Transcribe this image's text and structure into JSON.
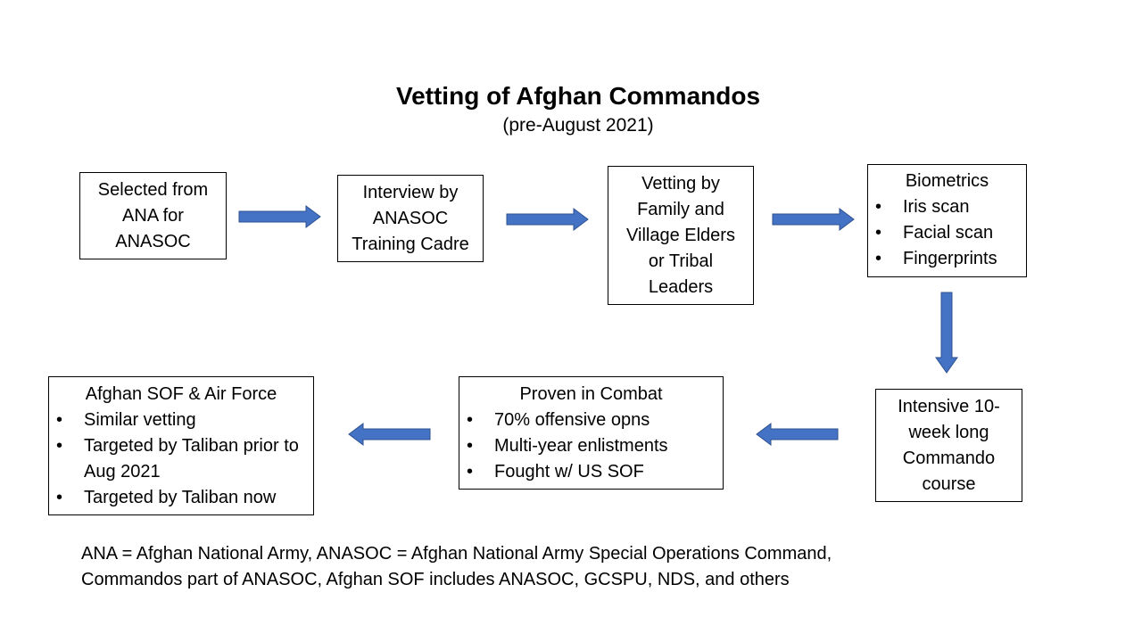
{
  "title": "Vetting of Afghan Commandos",
  "subtitle": "(pre-August 2021)",
  "boxes": {
    "selected": {
      "lines": [
        "Selected from",
        "ANA for",
        "ANASOC"
      ]
    },
    "interview": {
      "lines": [
        "Interview by",
        "ANASOC",
        "Training Cadre"
      ]
    },
    "vetting": {
      "lines": [
        "Vetting by",
        "Family and",
        "Village Elders",
        "or Tribal",
        "Leaders"
      ]
    },
    "biometrics": {
      "heading": "Biometrics",
      "items": [
        "Iris scan",
        "Facial scan",
        "Fingerprints"
      ]
    },
    "course": {
      "lines": [
        "Intensive 10-",
        "week long",
        "Commando",
        "course"
      ]
    },
    "combat": {
      "heading": "Proven in Combat",
      "items": [
        "70% offensive opns",
        "Multi-year enlistments",
        "Fought w/ US SOF"
      ]
    },
    "sof": {
      "heading": "Afghan SOF & Air Force",
      "items": [
        "Similar vetting",
        "Targeted by Taliban prior to Aug 2021",
        "Targeted by Taliban now"
      ]
    }
  },
  "footnote": {
    "line1": "ANA = Afghan National Army, ANASOC = Afghan National Army Special Operations Command,",
    "line2": "Commandos part of ANASOC, Afghan SOF includes ANASOC, GCSPU, NDS, and others"
  },
  "colors": {
    "arrow_fill": "#4472c4",
    "arrow_stroke": "#2f528f",
    "border": "#000000"
  }
}
